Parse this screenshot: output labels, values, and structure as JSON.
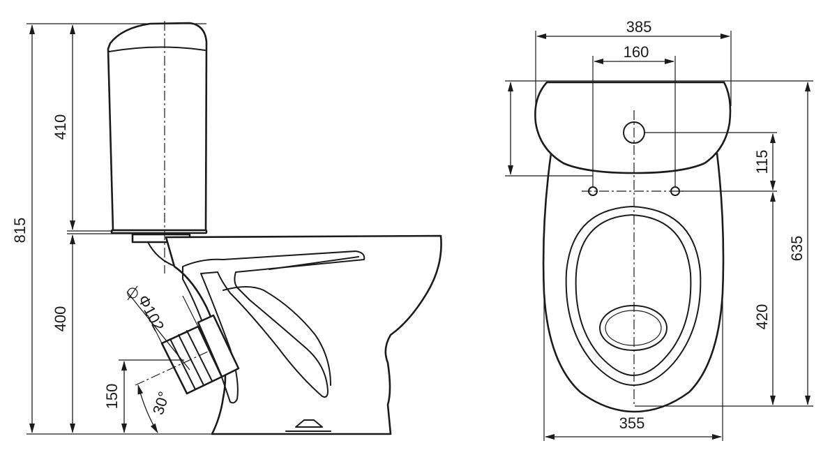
{
  "side_view": {
    "dimensions": {
      "total_height": "815",
      "cistern_height": "410",
      "seat_height": "400",
      "outlet_height": "150",
      "outlet_angle": "30°",
      "outlet_diameter": "102",
      "diameter_symbol": "Φ"
    }
  },
  "top_view": {
    "dimensions": {
      "cistern_width": "385",
      "fixing_hole_spacing": "160",
      "cistern_fixing_offset": "115",
      "total_depth": "635",
      "fixing_to_front": "420",
      "bowl_width": "355"
    }
  }
}
